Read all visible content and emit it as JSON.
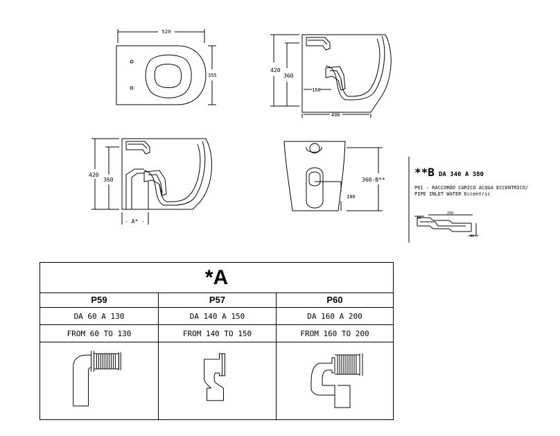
{
  "top_view": {
    "width_label": "520",
    "depth_label": "355"
  },
  "side_view_right": {
    "height_total": "420",
    "height_seat": "360",
    "inlet_height": "160",
    "depth": "400"
  },
  "side_view_left": {
    "height_total": "420",
    "height_seat": "360",
    "offset_label": "A*"
  },
  "front_view": {
    "inlet_label": "360-B**",
    "outlet_height": "180"
  },
  "note_b": {
    "heading_code": "**B",
    "heading_range": "DA 340 A 380",
    "line1": "P61 - RACCORDO CARICO ACQUA ECCENTRICO/",
    "line2": "PIPE INLET WATER Eccentric",
    "dim_a": "44",
    "dim_b": "250",
    "dim_c": "40"
  },
  "table": {
    "title": "*A",
    "columns": [
      {
        "code": "P59",
        "range_it": "DA 60 A 130",
        "range_en": "FROM 60 TO 130"
      },
      {
        "code": "P57",
        "range_it": "DA 140 A 150",
        "range_en": "FROM 140 TO 150"
      },
      {
        "code": "P60",
        "range_it": "DA 160 A 200",
        "range_en": "FROM 160 TO 200"
      }
    ]
  }
}
